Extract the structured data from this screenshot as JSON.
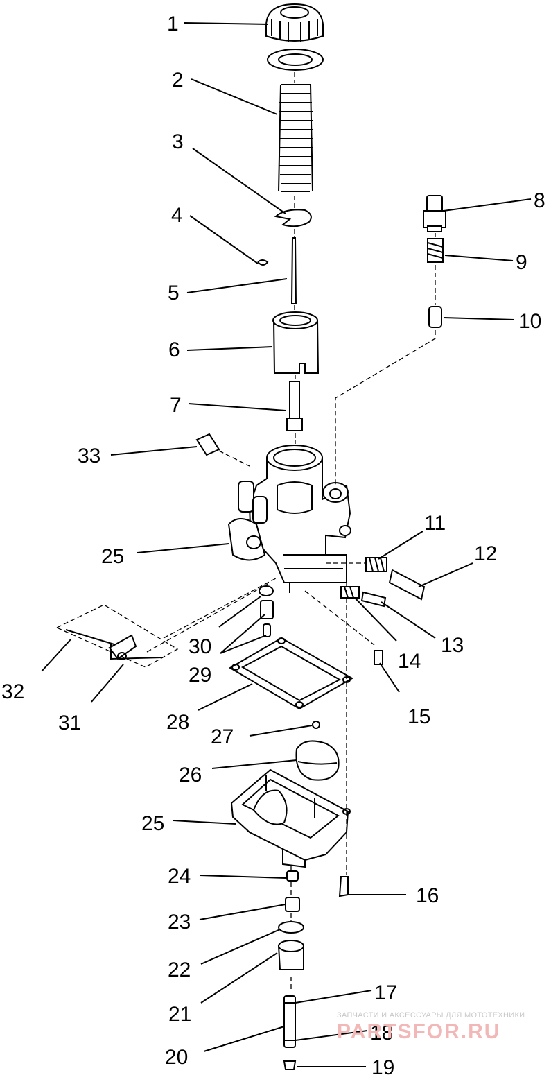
{
  "callouts": [
    "1",
    "2",
    "3",
    "4",
    "5",
    "6",
    "7",
    "8",
    "9",
    "10",
    "11",
    "12",
    "13",
    "14",
    "15",
    "16",
    "17",
    "18",
    "19",
    "20",
    "21",
    "22",
    "23",
    "24",
    "25",
    "25",
    "26",
    "27",
    "28",
    "29",
    "30",
    "31",
    "32",
    "33"
  ],
  "watermark": {
    "tagline": "ЗАПЧАСТИ И АКСЕССУАРЫ ДЛЯ МОТОТЕХНИКИ",
    "brand": "PARTSFOR.RU"
  }
}
